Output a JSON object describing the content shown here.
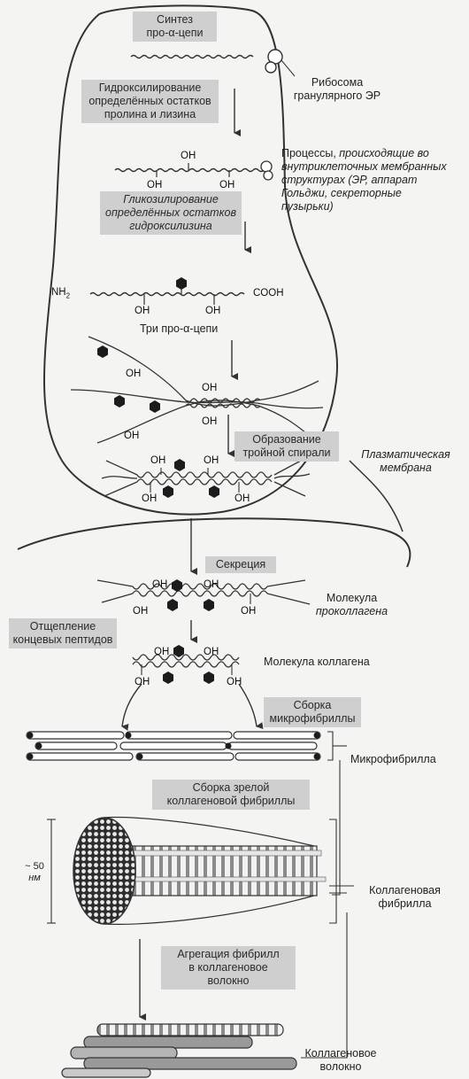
{
  "steps": {
    "synthesis": "Синтез\nпро-α-цепи",
    "hydroxylation": "Гидроксилирование\nопределённых остатков\nпролина и лизина",
    "glycosylation": "Гликозилирование\nопределённых остатков\nгидроксилизина",
    "triple_helix": "Образование\nтройной спирали",
    "secretion": "Секреция",
    "cleavage": "Отщепление\nконцевых пептидов",
    "microfibril_assembly": "Сборка\nмикрофибриллы",
    "fibril_assembly": "Сборка зрелой\nколлагеновой фибриллы",
    "aggregation": "Агрегация фибрилл\nв коллагеновое\nволокно"
  },
  "labels": {
    "ribosome": "Рибосома\nгранулярного ЭР",
    "processes_line1": "Процессы, ",
    "processes_line1_it": "происходящие во",
    "processes_rest": "внутриклеточных мембранных\nструктурах (ЭР, аппарат\nГольджи, секреторные\nпузырьки)",
    "three_chains": "Три про-α-цепи",
    "plasma_membrane": "Плазматическая\nмембрана",
    "procollagen_a": "Молекула",
    "procollagen_b": "проколлагена",
    "collagen_molecule": "Молекула коллагена",
    "microfibril": "Микрофибрилла",
    "collagen_fibril": "Коллагеновая\nфибрилла",
    "collagen_fiber": "Коллагеновое\nволокно",
    "scale_value": "~ 50",
    "scale_unit": "нм"
  },
  "chem": {
    "oh": "OH",
    "nh2": "NH",
    "nh2_sub": "2",
    "cooh": "COOH"
  }
}
